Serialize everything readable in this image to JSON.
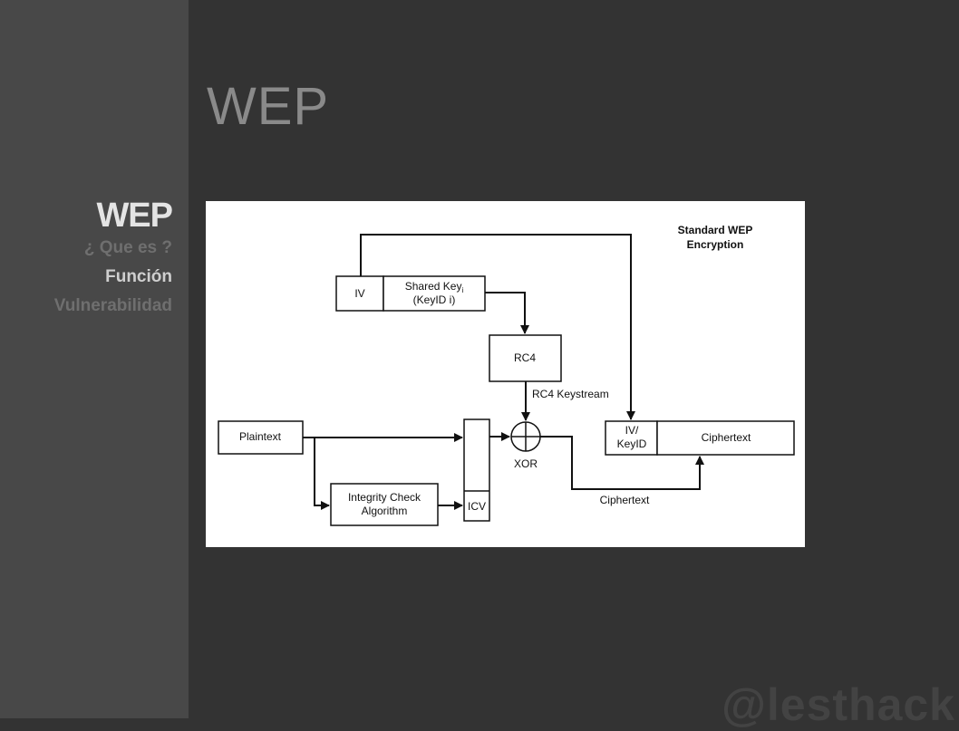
{
  "slide": {
    "title": "WEP"
  },
  "sidebar": {
    "title": "WEP",
    "items": [
      {
        "label": "¿ Que es ?",
        "active": false
      },
      {
        "label": "Función",
        "active": true
      },
      {
        "label": "Vulnerabilidad",
        "active": false
      }
    ]
  },
  "diagram": {
    "title_line1": "Standard WEP",
    "title_line2": "Encryption",
    "iv": "IV",
    "shared_key_line1": "Shared Key",
    "shared_key_subscript": "i",
    "shared_key_line2": "(KeyID i)",
    "rc4": "RC4",
    "rc4_keystream": "RC4 Keystream",
    "plaintext": "Plaintext",
    "integrity_line1": "Integrity Check",
    "integrity_line2": "Algorithm",
    "icv": "ICV",
    "xor": "XOR",
    "ivkeyid_line1": "IV/",
    "ivkeyid_line2": "KeyID",
    "ciphertext_box": "Ciphertext",
    "ciphertext_label": "Ciphertext"
  },
  "watermark": "@lesthack",
  "colors": {
    "background": "#333333",
    "sidebar": "#484848",
    "diagram_bg": "#ffffff"
  }
}
